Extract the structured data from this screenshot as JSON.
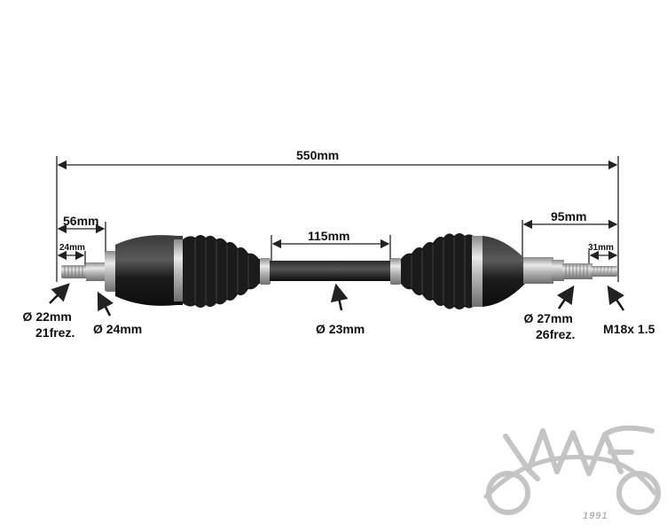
{
  "dimensions": {
    "overall": "550mm",
    "left_joint_length": "56mm",
    "left_spline_length": "24mm",
    "shaft_length": "115mm",
    "right_joint_length": "95mm",
    "right_spline_length": "31mm"
  },
  "callouts": {
    "left_spline_diameter": "Ø 22mm",
    "left_spline_teeth": "21frez.",
    "left_seal_diameter": "Ø 24mm",
    "shaft_diameter": "Ø 23mm",
    "right_spline_diameter": "Ø 27mm",
    "right_spline_teeth": "26frez.",
    "right_thread": "M18x 1.5"
  },
  "logo": {
    "year": "1991"
  },
  "colors": {
    "boot": "#1b1b1b",
    "housing": "#222222",
    "metal": "#bcbcbc",
    "dimension_line": "#222222",
    "logo": "#c4c4c4"
  }
}
